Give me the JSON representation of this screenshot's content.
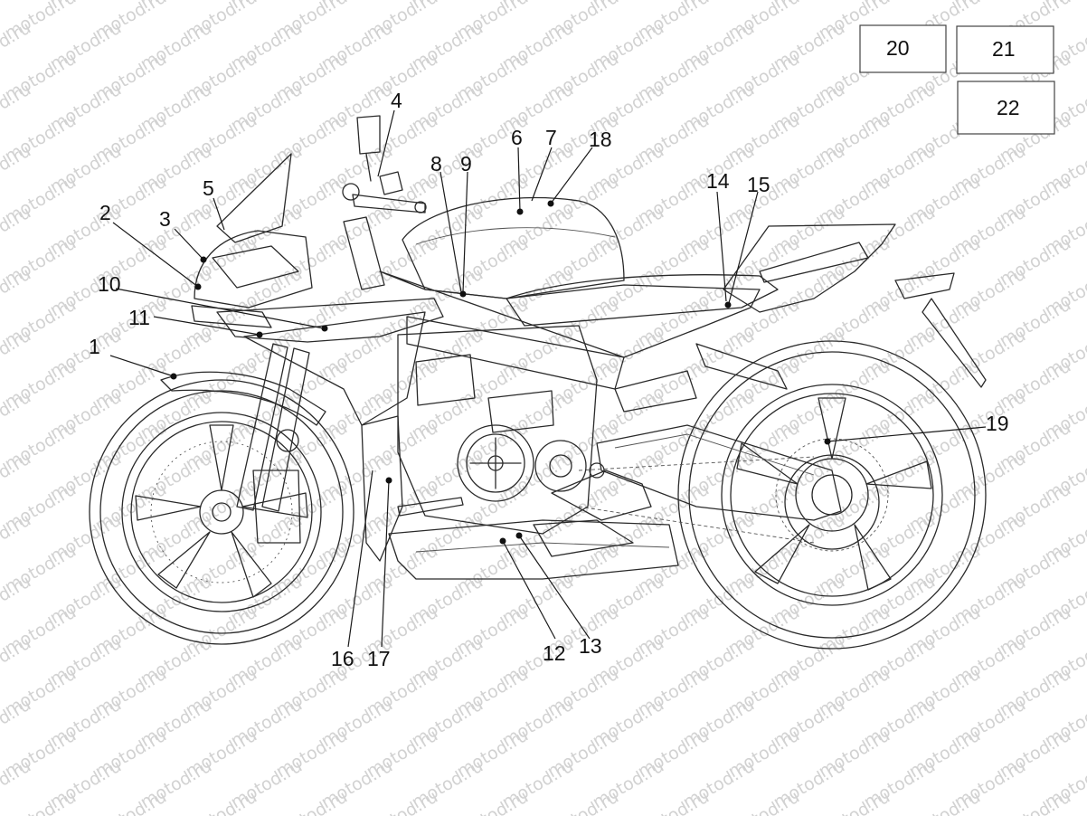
{
  "watermark": {
    "text": "motod.ru"
  },
  "callouts": [
    {
      "id": "1",
      "label": "1"
    },
    {
      "id": "2",
      "label": "2"
    },
    {
      "id": "3",
      "label": "3"
    },
    {
      "id": "4",
      "label": "4"
    },
    {
      "id": "5",
      "label": "5"
    },
    {
      "id": "6",
      "label": "6"
    },
    {
      "id": "7",
      "label": "7"
    },
    {
      "id": "8",
      "label": "8"
    },
    {
      "id": "9",
      "label": "9"
    },
    {
      "id": "10",
      "label": "10"
    },
    {
      "id": "11",
      "label": "11"
    },
    {
      "id": "12",
      "label": "12"
    },
    {
      "id": "13",
      "label": "13"
    },
    {
      "id": "14",
      "label": "14"
    },
    {
      "id": "15",
      "label": "15"
    },
    {
      "id": "16",
      "label": "16"
    },
    {
      "id": "17",
      "label": "17"
    },
    {
      "id": "18",
      "label": "18"
    },
    {
      "id": "19",
      "label": "19"
    }
  ],
  "boxes": [
    {
      "id": "20",
      "label": "20"
    },
    {
      "id": "21",
      "label": "21"
    },
    {
      "id": "22",
      "label": "22"
    }
  ]
}
